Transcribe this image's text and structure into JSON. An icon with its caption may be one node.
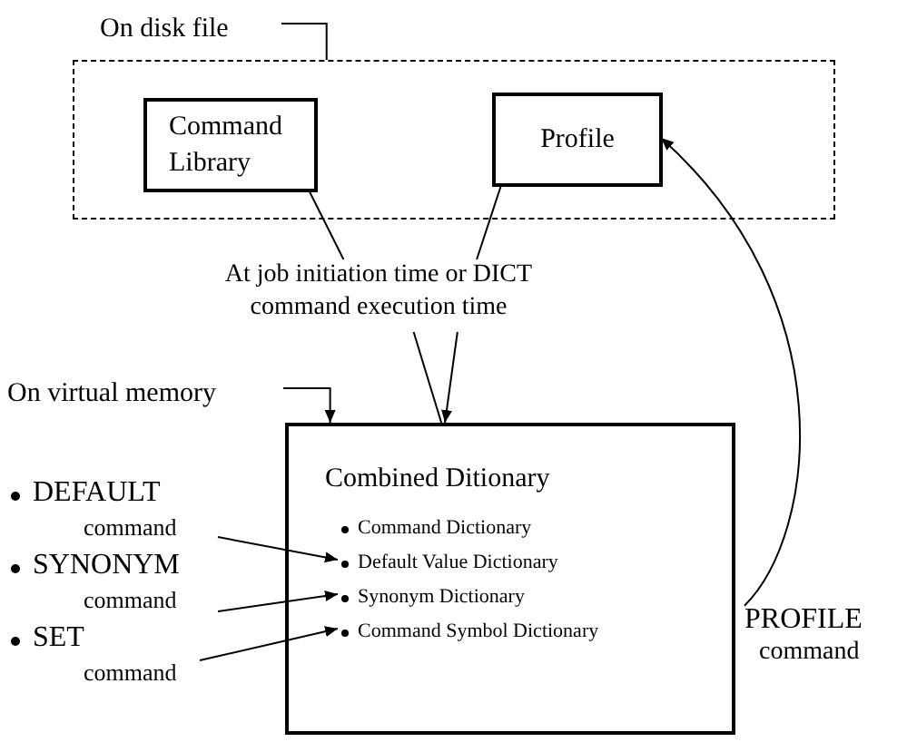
{
  "diagram": {
    "nodes": [
      {
        "text": [
          "On disk file"
        ]
      },
      {
        "text": [],
        "shape": "box"
      },
      {
        "text": [
          "Command Library"
        ],
        "in": 1
      },
      {
        "text": [
          "Profile"
        ],
        "in": 1
      },
      {
        "text": [
          "At job initiation time or DICT command execution time"
        ]
      },
      {
        "text": [
          "On virtual memory"
        ]
      },
      {
        "text": [
          "Combined Ditionary"
        ]
      },
      {
        "text": [
          "Command Dictionary"
        ],
        "in": 6
      },
      {
        "text": [
          "Default Value Dictionary"
        ],
        "in": 6
      },
      {
        "text": [
          "Synonym Dictionary"
        ],
        "in": 6
      },
      {
        "text": [
          "Command Symbol Dictionary"
        ],
        "in": 6
      },
      {
        "text": [
          "DEFAULT",
          "command"
        ]
      },
      {
        "text": [
          "SYNONYM",
          "command"
        ]
      },
      {
        "text": [
          "SET",
          "command"
        ]
      },
      {
        "text": [
          "PROFILE",
          "command"
        ]
      }
    ],
    "edges": [
      {
        "from": 0,
        "to": 1,
        "arrow": "none"
      },
      {
        "from": 5,
        "to": 6,
        "arrow": "to"
      },
      {
        "from": 2,
        "to": 4,
        "arrow": "none"
      },
      {
        "from": 3,
        "to": 4,
        "arrow": "none"
      },
      {
        "from": 4,
        "to": 6,
        "arrow": "none"
      },
      {
        "from": 4,
        "to": 6,
        "arrow": "to"
      },
      {
        "from": 11,
        "to": 8,
        "arrow": "to"
      },
      {
        "from": 12,
        "to": 9,
        "arrow": "to"
      },
      {
        "from": 13,
        "to": 10,
        "arrow": "to"
      },
      {
        "from": 14,
        "to": 3,
        "arrow": "to"
      }
    ]
  }
}
